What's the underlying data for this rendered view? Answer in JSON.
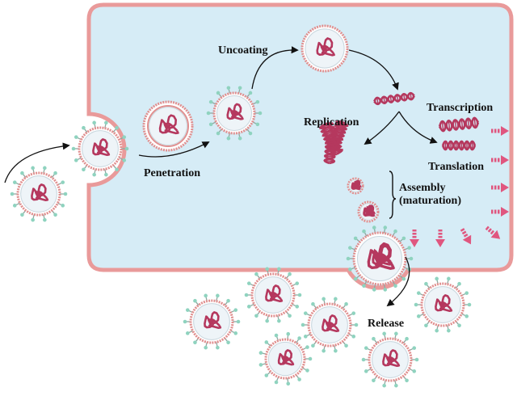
{
  "labels": {
    "uncoating": "Uncoating",
    "penetration": "Penetration",
    "replication": "Replication",
    "transcription": "Transcription",
    "translation": "Translation",
    "assembly_line1": "Assembly",
    "assembly_line2": "(maturation)",
    "release": "Release"
  },
  "colors": {
    "cell_fill": "#d6ecf6",
    "cell_border": "#e99a9a",
    "envelope": "#e08f8f",
    "spike_stem": "#8fa7a0",
    "spike_head": "#8fd3bf",
    "capsid_fill": "#eef4f8",
    "rna": "#b5385e",
    "arrow": "#111111",
    "pink_arrow": "#e0567f"
  },
  "icons": {
    "virion": "virion-icon",
    "rna_coil": "rna-coil-icon",
    "dna_helix": "helix-icon",
    "arrow": "arrow-icon"
  }
}
